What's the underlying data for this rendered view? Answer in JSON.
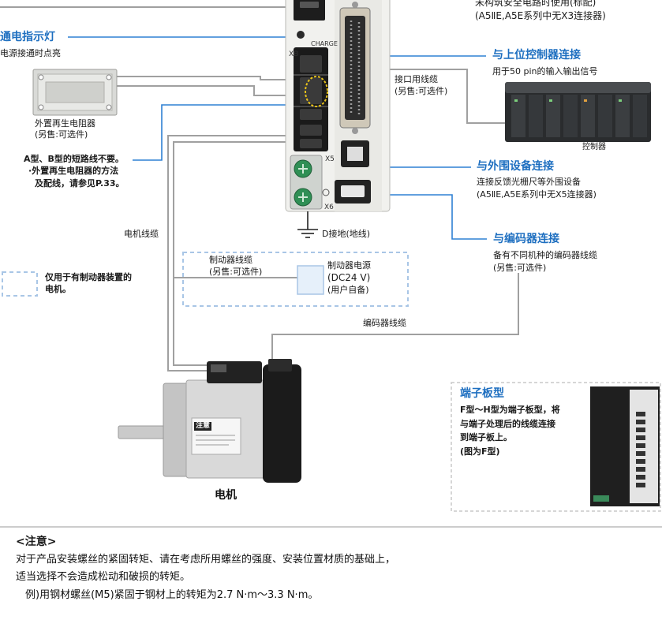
{
  "top_note": {
    "line1": "未构筑安全电路时使用(标配)",
    "line2": "(A5ⅡE,A5E系列中无X3连接器)"
  },
  "charge_indicator": {
    "title": "通电指示灯",
    "desc": "电源接通时点亮"
  },
  "drive": {
    "charge_label": "CHARGE",
    "xb_label": "XB",
    "x5_label": "X5",
    "x6_label": "X6"
  },
  "regen_resistor": {
    "name": "外置再生电阻器",
    "note": "(另售:可选件)"
  },
  "short_wire_note": {
    "line1": "A型、B型的短路线不要。",
    "line2": "·外置再生电阻器的方法",
    "line3": "及配线，请参见P.33。"
  },
  "host_controller": {
    "title": "与上位控制器连接",
    "desc": "用于50 pin的输入输出信号",
    "cable_name": "接口用线缆",
    "cable_note": "(另售:可选件)",
    "controller_label": "控制器"
  },
  "peripheral": {
    "title": "与外围设备连接",
    "desc": "连接反馈光栅尺等外围设备",
    "note": "(A5ⅡE,A5E系列中无X5连接器)"
  },
  "encoder": {
    "title": "与编码器连接",
    "desc": "备有不同机种的编码器线缆",
    "note": "(另售:可选件)",
    "cable_label": "编码器线缆"
  },
  "motor_cable_label": "电机线缆",
  "ground_label": "D接地(地线)",
  "brake": {
    "legend_line1": "仅用于有制动器装置的",
    "legend_line2": "电机。",
    "cable_name": "制动器线缆",
    "cable_note": "(另售:可选件)",
    "power_name": "制动器电源",
    "power_voltage": "(DC24 V)",
    "power_note": "(用户自备)"
  },
  "motor": {
    "label": "电机",
    "sticker": "注意"
  },
  "terminal_block": {
    "title": "端子板型",
    "line1": "F型～H型为端子板型，将",
    "line2": "与端子处理后的线缆连接",
    "line3": "到端子板上。",
    "line4": "(图为F型)"
  },
  "caution": {
    "title": "<注意>",
    "line1": "对于产品安装螺丝的紧固转矩、请在考虑所用螺丝的强度、安装位置材质的基础上，",
    "line2": "适当选择不会造成松动和破损的转矩。",
    "line3": "例)用钢材螺丝(M5)紧固于钢材上的转矩为2.7 N·m～3.3 N·m。"
  },
  "colors": {
    "heading_blue": "#1e6fc0",
    "leader_blue": "#2f80d4",
    "cable_gray": "#a0a0a0",
    "dashed_blue": "#a9c6e6",
    "highlight_yellow": "#e8c21a",
    "terminal_green": "#2f8f55"
  }
}
